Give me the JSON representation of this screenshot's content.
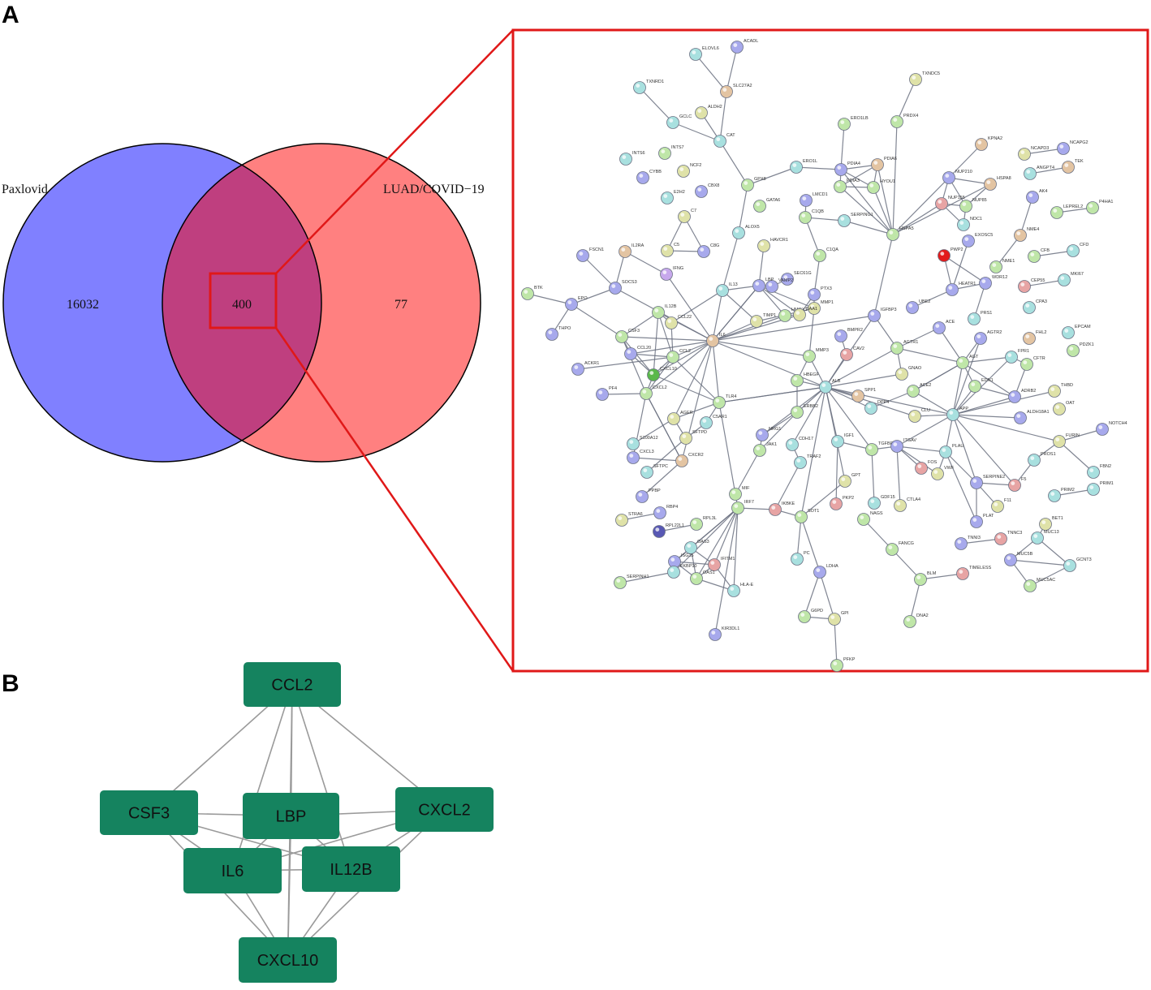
{
  "panels": {
    "a_label": "A",
    "b_label": "B"
  },
  "venn": {
    "left_set": "Paxlovid",
    "right_set": "LUAD/COVID−19",
    "left_only": "16032",
    "overlap": "400",
    "right_only": "77",
    "colors": {
      "left": "#8080ff",
      "right": "#ff8080",
      "overlap": "#bf3f7f",
      "highlight": "#e01818"
    }
  },
  "ppi_network": {
    "genes": [
      "ELOVL6",
      "ACADL",
      "SLC27A2",
      "TXNRD1",
      "ALDH2",
      "GCLC",
      "CAT",
      "TXNDC5",
      "PRDX4",
      "ERO1LB",
      "INTS6",
      "INTS7",
      "CYBB",
      "NCF2",
      "GPX8",
      "ERO1L",
      "PDIA4",
      "PDIA6",
      "PDIA3",
      "HYOU1",
      "KPNA2",
      "NCAPD3",
      "NCAPG2",
      "TEK",
      "ANGPT4",
      "E2H2",
      "CBX8",
      "GATA6",
      "LMCD1",
      "C1QB",
      "SERPING1",
      "NUP210",
      "HSPA8",
      "NUP155",
      "NUP85",
      "AK4",
      "P4HA1",
      "LEPREL2",
      "C7",
      "NDC1",
      "HSPA5",
      "C5",
      "C8G",
      "ALOX5",
      "EXOSC5",
      "NME4",
      "HAVCR1",
      "C1QA",
      "PWP2",
      "NME1",
      "CFB",
      "CFD",
      "FSCN1",
      "IL2RA",
      "SEC61G",
      "CEP55",
      "MKI67",
      "IFNG",
      "VAMP2",
      "WDR12",
      "BTK",
      "SOCS3",
      "IL13",
      "PTX3",
      "HEATR1",
      "EPO",
      "LBP",
      "MMP1",
      "HMOX1",
      "SAA1",
      "UBE2",
      "CPA3",
      "IL12B",
      "CCL22",
      "IGFBP3",
      "PRS1",
      "THPO",
      "CSF3",
      "BMPR2",
      "ACE",
      "FHL2",
      "EPCAM",
      "IL6",
      "AGTR2",
      "CCL20",
      "TIMP1",
      "AGTR1",
      "FPR1",
      "PDZK1",
      "ACKR1",
      "CCL2",
      "CAV2",
      "MMP3",
      "CFTR",
      "CXCL10",
      "GNAO",
      "AGT",
      "HBEGF",
      "EDN1",
      "THBD",
      "PF4",
      "CXCL2",
      "ALB",
      "ACE2",
      "ADRB2",
      "OAT",
      "TLR4",
      "SPP1",
      "AGER",
      "ERBB2",
      "DPP4",
      "APP",
      "ALDH18A1",
      "C5AR1",
      "CLU",
      "SFTPD",
      "NRG1",
      "S100A12",
      "JAK1",
      "CDH17",
      "IGF1",
      "TGFBR2",
      "ITGAV",
      "FURIN",
      "NOTCH4",
      "CXCR2",
      "PLAU",
      "PROS1",
      "CXCL3",
      "TRAF2",
      "FOS",
      "VWF",
      "FBN2",
      "SFTPC",
      "F5",
      "SERPINE2",
      "PRIM1",
      "PPBP",
      "GPT",
      "PRIM2",
      "GDF15",
      "MIF",
      "IRF7",
      "IKBKE",
      "RBP4",
      "F11",
      "SOT1",
      "PKP2",
      "CTLA4",
      "STRA6",
      "NAGS",
      "PLAT",
      "RPL3L",
      "BET1",
      "RPL22L1",
      "TNNC3",
      "FANCG",
      "OAS3",
      "MUC13",
      "TNNI3",
      "PC",
      "ISG15",
      "MUC5B",
      "IFITM1",
      "TIMELESS",
      "GCNT3",
      "LDHA",
      "BLM",
      "FKBP10",
      "OAS1",
      "HLA-E",
      "SERPINH1",
      "MUC5AC",
      "G6PD",
      "GPI",
      "DNA2",
      "KIR3DL1",
      "PFKP"
    ]
  },
  "hub_network": {
    "nodes": [
      "CCL2",
      "CSF3",
      "LBP",
      "CXCL2",
      "IL6",
      "IL12B",
      "CXCL10"
    ],
    "color": "#15835f"
  }
}
